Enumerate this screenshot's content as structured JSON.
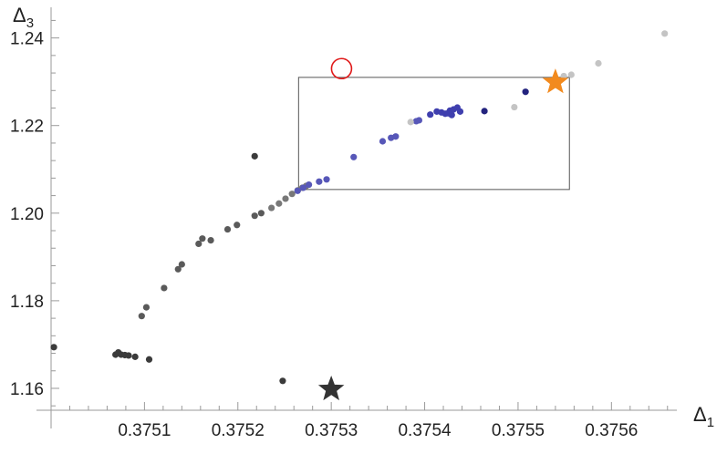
{
  "chart_data": {
    "type": "scatter",
    "title": "",
    "xlabel": {
      "base": "Δ",
      "sub": "1"
    },
    "ylabel": {
      "base": "Δ",
      "sub": "3"
    },
    "xlim": [
      0.375,
      0.37567
    ],
    "ylim": [
      1.155,
      1.247
    ],
    "x_ticks": [
      {
        "value": 0.3751,
        "label": "0.3751"
      },
      {
        "value": 0.3752,
        "label": "0.3752"
      },
      {
        "value": 0.3753,
        "label": "0.3753"
      },
      {
        "value": 0.3754,
        "label": "0.3754"
      },
      {
        "value": 0.3755,
        "label": "0.3755"
      },
      {
        "value": 0.3756,
        "label": "0.3756"
      }
    ],
    "y_ticks": [
      {
        "value": 1.16,
        "label": "1.16"
      },
      {
        "value": 1.18,
        "label": "1.18"
      },
      {
        "value": 1.2,
        "label": "1.20"
      },
      {
        "value": 1.22,
        "label": "1.22"
      },
      {
        "value": 1.24,
        "label": "1.24"
      }
    ],
    "grid": false,
    "series": [
      {
        "color": "#3b3b3b",
        "points": [
          [
            0.375003,
            1.1694
          ],
          [
            0.375069,
            1.1677
          ],
          [
            0.375072,
            1.1682
          ],
          [
            0.375075,
            1.1677
          ],
          [
            0.375079,
            1.1676
          ],
          [
            0.375083,
            1.1675
          ],
          [
            0.37509,
            1.1672
          ],
          [
            0.375105,
            1.1666
          ],
          [
            0.375218,
            1.213
          ],
          [
            0.375248,
            1.1617
          ]
        ]
      },
      {
        "color": "#5a5a5a",
        "points": [
          [
            0.375097,
            1.1765
          ],
          [
            0.375102,
            1.1785
          ],
          [
            0.375121,
            1.1829
          ],
          [
            0.375136,
            1.1872
          ],
          [
            0.37514,
            1.1883
          ],
          [
            0.375158,
            1.193
          ],
          [
            0.375162,
            1.1942
          ],
          [
            0.375171,
            1.1938
          ],
          [
            0.375189,
            1.1963
          ],
          [
            0.375199,
            1.1973
          ],
          [
            0.375218,
            1.1994
          ],
          [
            0.375225,
            1.2
          ]
        ]
      },
      {
        "color": "#787878",
        "points": [
          [
            0.375236,
            1.2012
          ],
          [
            0.375244,
            1.2022
          ],
          [
            0.375251,
            1.2033
          ],
          [
            0.375258,
            1.2044
          ],
          [
            0.375264,
            1.2052
          ],
          [
            0.375269,
            1.2058
          ],
          [
            0.375273,
            1.2062
          ]
        ]
      },
      {
        "color": "#5757b8",
        "points": [
          [
            0.375264,
            1.2051
          ],
          [
            0.37527,
            1.2058
          ],
          [
            0.375276,
            1.2065
          ],
          [
            0.375287,
            1.2072
          ],
          [
            0.375295,
            1.2077
          ],
          [
            0.375324,
            1.2128
          ],
          [
            0.375355,
            1.2164
          ],
          [
            0.375364,
            1.2172
          ],
          [
            0.375369,
            1.2175
          ],
          [
            0.375391,
            1.221
          ],
          [
            0.375394,
            1.2212
          ]
        ]
      },
      {
        "color": "#3f3fae",
        "points": [
          [
            0.375406,
            1.2225
          ],
          [
            0.375413,
            1.2232
          ],
          [
            0.375418,
            1.223
          ],
          [
            0.375422,
            1.2227
          ],
          [
            0.375427,
            1.2234
          ],
          [
            0.375429,
            1.2224
          ],
          [
            0.375431,
            1.2237
          ],
          [
            0.375435,
            1.2241
          ],
          [
            0.375438,
            1.2232
          ],
          [
            0.375425,
            1.2228
          ]
        ]
      },
      {
        "color": "#23237e",
        "points": [
          [
            0.375464,
            1.2233
          ],
          [
            0.375508,
            1.2277
          ]
        ]
      },
      {
        "color": "#c4c4c4",
        "points": [
          [
            0.375385,
            1.2208
          ],
          [
            0.375496,
            1.2242
          ],
          [
            0.375549,
            1.2313
          ],
          [
            0.375557,
            1.2316
          ],
          [
            0.375586,
            1.2342
          ],
          [
            0.375657,
            1.241
          ]
        ]
      }
    ],
    "markers": [
      {
        "shape": "circle-open",
        "color": "#e01818",
        "x": 0.375311,
        "y": 1.233
      },
      {
        "shape": "star",
        "color": "#f28a1e",
        "x": 0.37554,
        "y": 1.2299
      },
      {
        "shape": "star",
        "color": "#333333",
        "x": 0.3753,
        "y": 1.1598
      }
    ],
    "region": {
      "xmin": 0.375265,
      "xmax": 0.375555,
      "ymin": 1.2054,
      "ymax": 1.231,
      "stroke": "#555555"
    }
  }
}
